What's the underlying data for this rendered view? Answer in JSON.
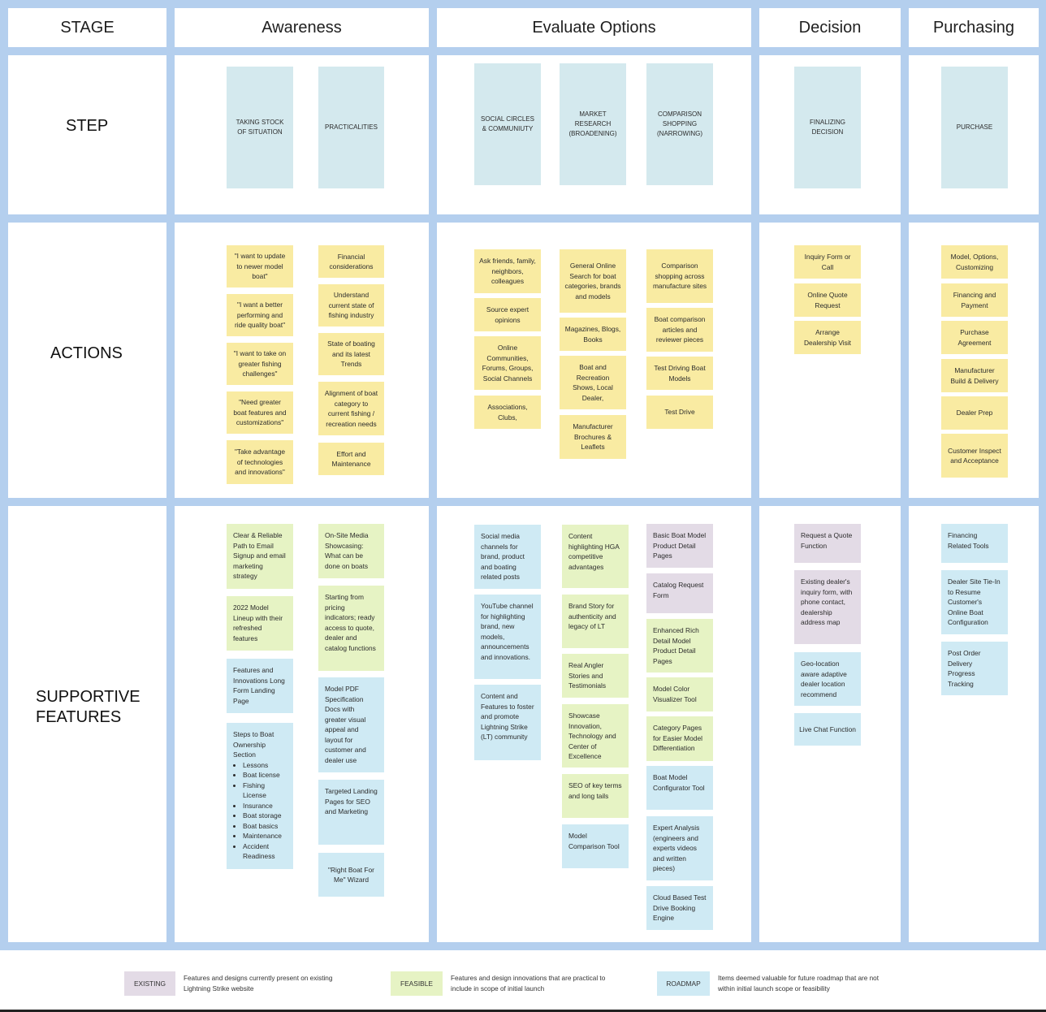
{
  "headers": {
    "stage": "STAGE",
    "awareness": "Awareness",
    "evaluate": "Evaluate Options",
    "decision": "Decision",
    "purchasing": "Purchasing"
  },
  "row_labels": {
    "step": "STEP",
    "actions": "ACTIONS",
    "features_line1": "SUPPORTIVE",
    "features_line2": "FEATURES"
  },
  "steps": {
    "taking_stock": "TAKING STOCK OF SITUATION",
    "practicalities": "PRACTICALITIES",
    "social": "SOCIAL CIRCLES & COMMUNIUTY",
    "market": "MARKET RESEARCH (BROADENING)",
    "comparison": "COMPARISON SHOPPING (NARROWING)",
    "finalizing": "FINALIZING DECISION",
    "purchase": "PURCHASE"
  },
  "actions": {
    "aw1": [
      "\"I want to update to newer model boat\"",
      "\"I want a better performing and ride quality boat\"",
      "\"I want to take on greater fishing challenges\"",
      "\"Need greater boat features and customizations\"",
      "\"Take advantage of technologies and innovations\""
    ],
    "aw2": [
      "Financial considerations",
      "Understand current state of fishing industry",
      "State of boating and its latest Trends",
      "Alignment of boat category to current fishing / recreation needs",
      "Effort and Maintenance"
    ],
    "ev1": [
      "Ask friends, family, neighbors, colleagues",
      "Source expert opinions",
      "Online Communities, Forums, Groups, Social Channels",
      "Associations, Clubs,"
    ],
    "ev2": [
      "General Online Search for boat categories, brands and models",
      "Magazines, Blogs, Books",
      "Boat and Recreation Shows, Local Dealer,",
      "Manufacturer Brochures & Leaflets"
    ],
    "ev3": [
      "Comparison shopping across manufacture sites",
      "Boat comparison articles and reviewer pieces",
      "Test Driving Boat Models",
      "Test Drive"
    ],
    "de1": [
      "Inquiry Form or Call",
      "Online Quote Request",
      "Arrange Dealership Visit"
    ],
    "pu1": [
      "Model, Options, Customizing",
      "Financing and Payment",
      "Purchase Agreement",
      "Manufacturer Build & Delivery",
      "Dealer Prep",
      "Customer Inspect and Acceptance"
    ]
  },
  "features": {
    "aw1": [
      "Clear & Reliable Path to Email Signup and email marketing strategy",
      "2022 Model Lineup with their refreshed features",
      "Features and Innovations Long Form Landing Page",
      "Steps to Boat Ownership Section"
    ],
    "aw1_bullets": [
      "Lessons",
      "Boat license",
      "Fishing License",
      "Insurance",
      "Boat storage",
      "Boat basics",
      "Maintenance",
      "Accident Readiness"
    ],
    "aw2": [
      "On-Site Media Showcasing: What can be done on boats",
      "Starting from pricing indicators; ready access to quote, dealer and catalog functions",
      "Model PDF Specification Docs with greater visual appeal and layout for customer and dealer use",
      "Targeted Landing Pages for SEO and Marketing",
      "\"Right Boat For Me\" Wizard"
    ],
    "ev1": [
      "Social media channels for brand, product and boating related posts",
      "YouTube channel for highlighting brand, new models, announcements and innovations.",
      "Content and Features to foster and promote Lightning Strike (LT) community"
    ],
    "ev2": [
      "Content highlighting HGA competitive advantages",
      "Brand Story for authenticity and legacy of LT",
      "Real Angler Stories and Testimonials",
      "Showcase Innovation, Technology and Center of Excellence",
      "SEO of key terms and long tails",
      "Model Comparison Tool"
    ],
    "ev3": [
      "Basic Boat Model Product Detail Pages",
      "Catalog Request Form",
      "Enhanced Rich Detail Model Product Detail Pages",
      "Model Color Visualizer Tool",
      "Category Pages for Easier Model Differentiation",
      "Boat Model Configurator Tool",
      "Expert Analysis (engineers and experts videos and written pieces)",
      "Cloud Based Test Drive Booking Engine"
    ],
    "de1": [
      "Request a Quote Function",
      "Existing dealer's inquiry form, with phone contact, dealership address map",
      "Geo-location aware adaptive dealer location recommend",
      "Live Chat Function"
    ],
    "pu1": [
      "Financing Related Tools",
      "Dealer Site Tie-In to Resume Customer's Online Boat Configuration",
      "Post Order Delivery Progress Tracking"
    ]
  },
  "legend": {
    "existing_label": "EXISTING",
    "existing_desc": "Features and designs currently present on existing Lightning Strike website",
    "feasible_label": "FEASIBLE",
    "feasible_desc": "Features and design innovations that are practical to include in scope of initial launch",
    "roadmap_label": "ROADMAP",
    "roadmap_desc": "Items deemed valuable for future roadmap that are not within initial launch scope or feasibility"
  },
  "colors": {
    "grid_background": "#b4cfee",
    "step_note": "#d4e9ee",
    "action_note": "#f9eba2",
    "existing": "#e3dbe6",
    "feasible": "#e6f3c4",
    "roadmap": "#cfeaf4"
  }
}
